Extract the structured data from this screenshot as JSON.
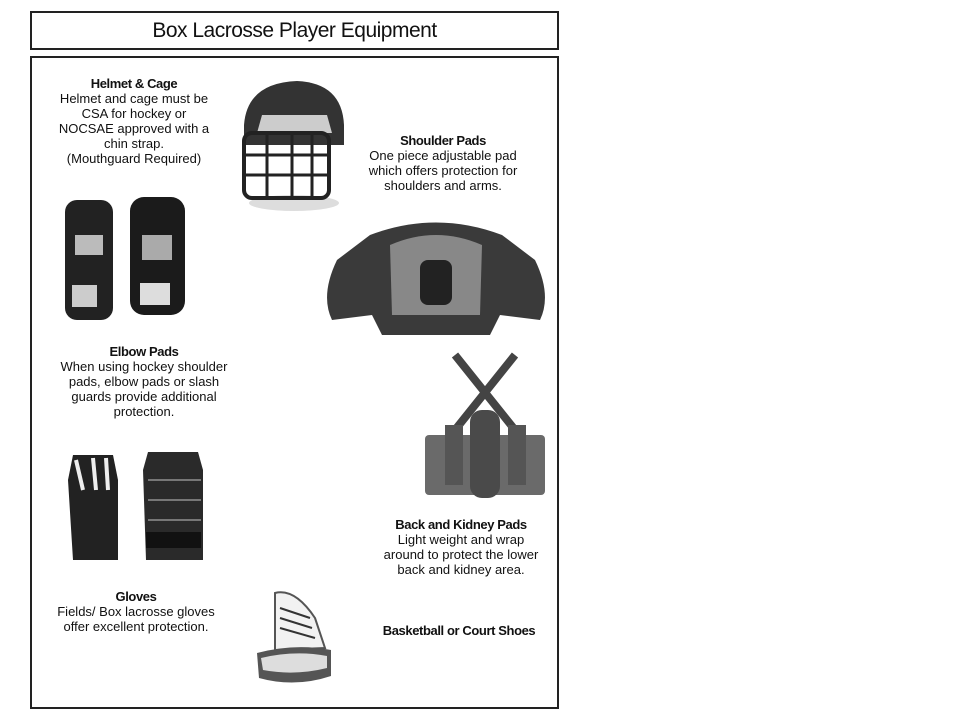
{
  "title": "Box Lacrosse Player Equipment",
  "items": [
    {
      "heading": "Helmet & Cage",
      "lines": [
        "Helmet and cage must be",
        "CSA for hockey or",
        "NOCSAE approved with a",
        "chin strap.",
        "(Mouthguard  Required)"
      ]
    },
    {
      "heading": "Shoulder Pads",
      "lines": [
        "One piece adjustable pad",
        "which offers protection for",
        "shoulders and arms."
      ]
    },
    {
      "heading": "Elbow Pads",
      "lines": [
        "When using hockey shoulder",
        "pads, elbow pads or slash",
        "guards provide additional",
        "protection."
      ]
    },
    {
      "heading": "Back and Kidney Pads",
      "lines": [
        "Light weight and wrap",
        "around to protect the lower",
        "back and kidney area."
      ]
    },
    {
      "heading": "Gloves",
      "lines": [
        "Fields/ Box lacrosse gloves",
        "offer excellent protection."
      ]
    },
    {
      "heading": "Basketball or Court Shoes",
      "lines": []
    }
  ]
}
